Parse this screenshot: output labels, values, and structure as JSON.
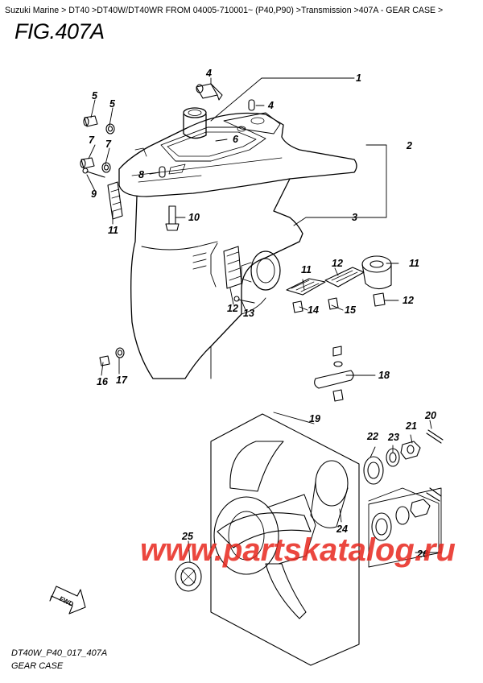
{
  "breadcrumb": {
    "text": "Suzuki Marine > DT40 >DT40W/DT40WR FROM 04005-710001~ (P40,P90) >Transmission >407A - GEAR CASE >"
  },
  "figure": {
    "title": "FIG.407A"
  },
  "callouts": [
    "1",
    "2",
    "3",
    "4",
    "4",
    "5",
    "5",
    "6",
    "7",
    "7",
    "8",
    "9",
    "10",
    "11",
    "11",
    "11",
    "12",
    "12",
    "12",
    "13",
    "14",
    "15",
    "16",
    "17",
    "18",
    "19",
    "20",
    "21",
    "22",
    "23",
    "24",
    "25",
    "26"
  ],
  "fwd_label": "FWD",
  "watermark": "www.partskatalog.ru",
  "footer": {
    "code": "DT40W_P40_017_407A",
    "caption": "GEAR CASE"
  },
  "colors": {
    "line": "#000000",
    "watermark": "#e8281e"
  }
}
